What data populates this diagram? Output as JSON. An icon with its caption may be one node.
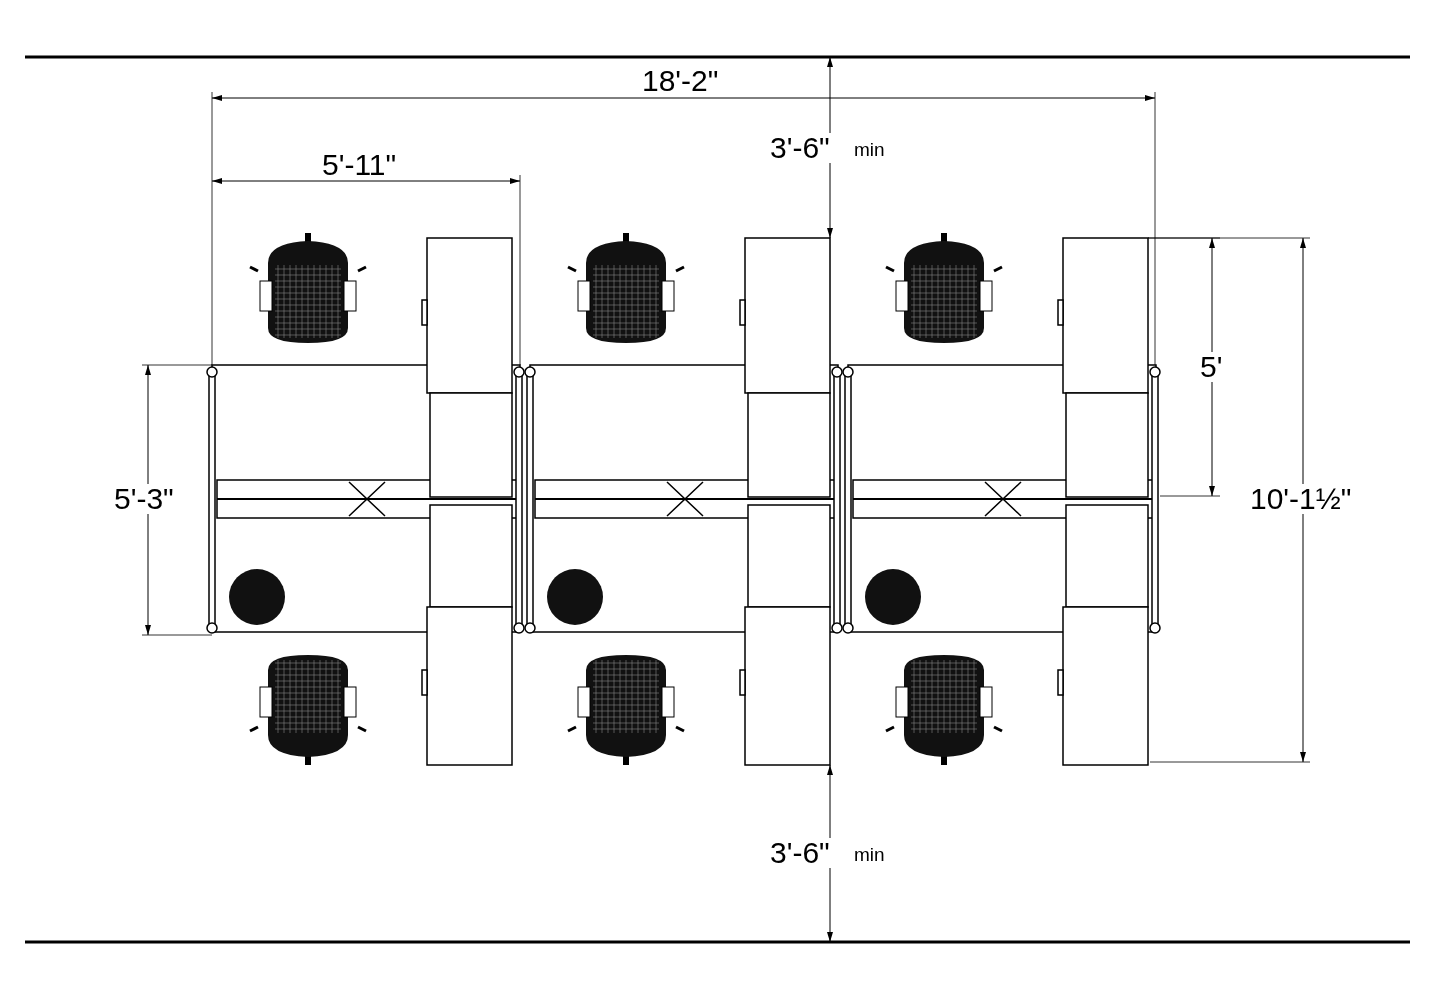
{
  "diagram": {
    "labels": [
      "18'-2\"",
      "3'-6\"",
      "min",
      "5'-11\"",
      "5'",
      "5'-3\"",
      "10'-1½\"",
      "3'-6\"",
      "min"
    ]
  }
}
